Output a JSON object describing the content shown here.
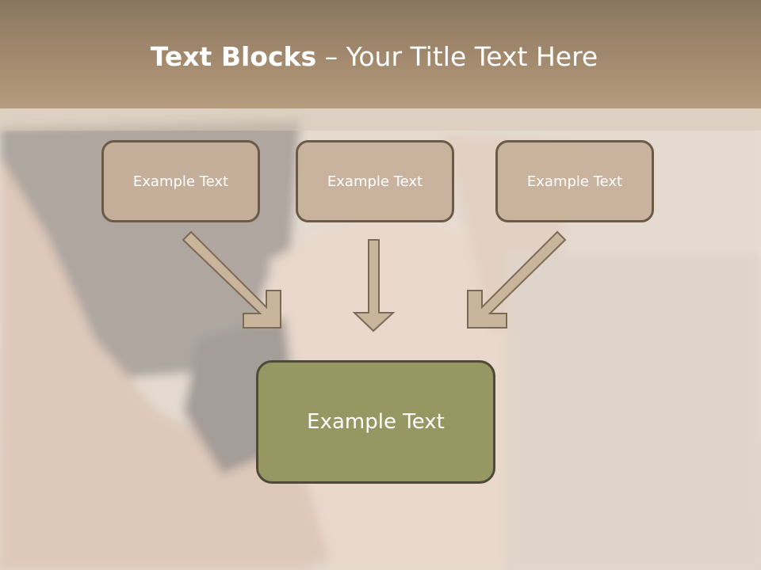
{
  "slide": {
    "title_bold": "Text Blocks",
    "title_rest": " – Your Title Text Here",
    "boxes": [
      {
        "label": "Example Text"
      },
      {
        "label": "Example Text"
      },
      {
        "label": "Example Text"
      }
    ],
    "target_box": {
      "label": "Example Text"
    }
  },
  "colors": {
    "header": "#a38a6e",
    "small_box_fill": "#c7b099",
    "small_box_border": "#6b5a45",
    "target_box_fill": "#979764",
    "target_box_border": "#4f4a38",
    "arrow_fill": "#c9b49c"
  }
}
